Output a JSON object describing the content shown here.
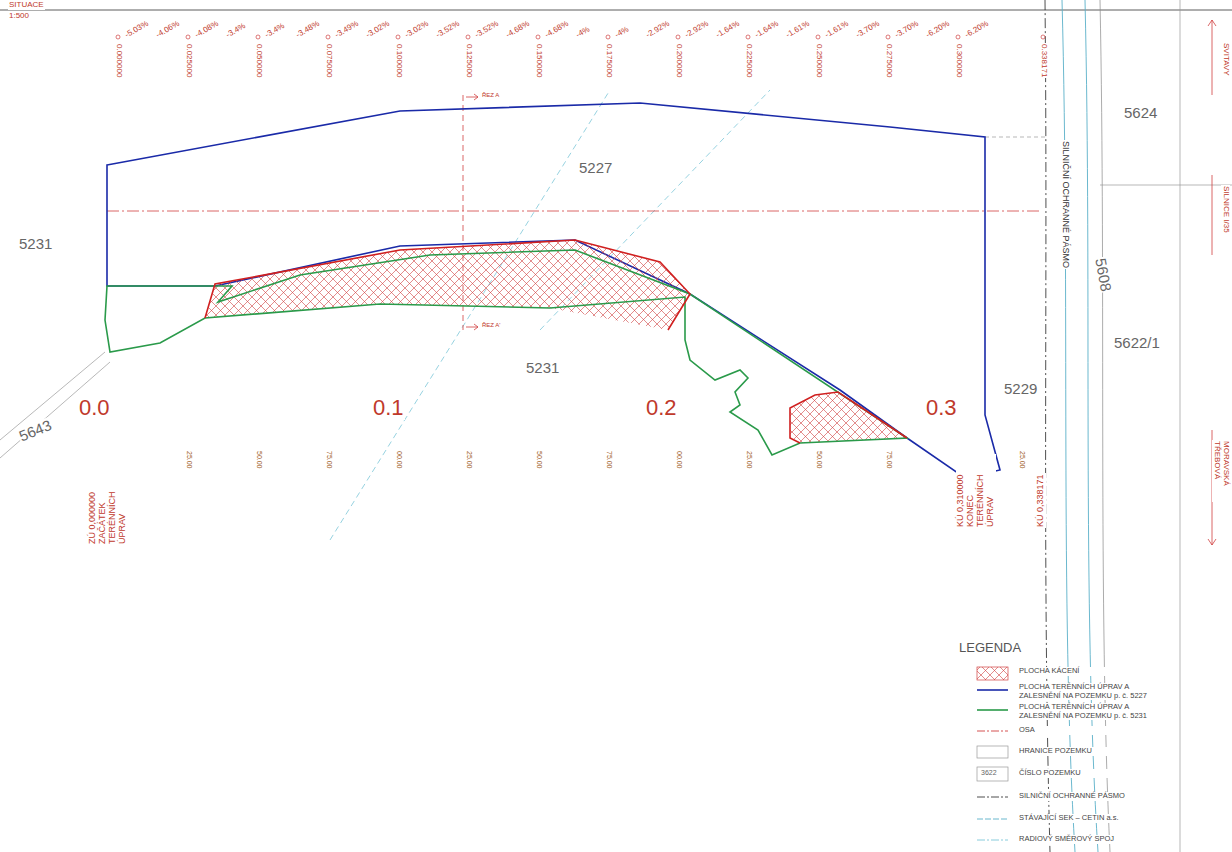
{
  "diagram": {
    "title": "SITUACE",
    "labels": [
      "1:500",
      "0.000000",
      "0.025000",
      "0.050000",
      "0.075000",
      "0.100000",
      "0.125000",
      "0.150000",
      "0.175000",
      "0.200000",
      "0.225000",
      "0.250000",
      "0.275000",
      "0.300000",
      "0.338171",
      "-5.03%",
      "-4.06%",
      "-4.08%",
      "-3.4%",
      "-3.4%",
      "-3.48%",
      "-3.49%",
      "-3.02%",
      "-3.02%",
      "-3.52%",
      "-3.52%",
      "-4.68%",
      "-4.68%",
      "-4%",
      "-4%",
      "-2.92%",
      "-2.92%",
      "-1.64%",
      "-1.64%",
      "-1.61%",
      "-1.61%",
      "-3.70%",
      "-3.70%",
      "-6.20%",
      "-6.20%",
      "25.00",
      "50.00",
      "75.00",
      "00.00",
      "25.00",
      "50.00",
      "75.00",
      "00.00",
      "25.00",
      "50.00",
      "75.00",
      "25.00",
      "0.0",
      "0.1",
      "0.2",
      "0.3",
      "5227",
      "5231",
      "5231",
      "5624",
      "5608",
      "5622/1",
      "5229",
      "5643",
      "SILNIČNÍ OCHRANNÉ PÁSMO",
      "SVITAVY",
      "SILNICE I/35",
      "MORAVSKÁ TŘEBOVÁ",
      "ŘEZ A",
      "ŘEZ A'",
      "ZÚ 0,000000 ZAČÁTEK TERÉNNÍCH ÚPRAV",
      "KÚ 0,310000 KONEC TERÉNNÍCH ÚPRAV",
      "KÚ 0,338171",
      "LEGENDA",
      "3622"
    ],
    "legend": [
      {
        "text": "PLOCHA KÁCENÍ"
      },
      {
        "text": "PLOCHA TERÉNNÍCH ÚPRAV A ZALESNĚNÍ NA POZEMKU p. č. 5227"
      },
      {
        "text": "PLOCHA TERÉNNÍCH ÚPRAV A ZALESNĚNÍ NA POZEMKU p. č. 5231"
      },
      {
        "text": "OSA"
      },
      {
        "text": "HRANICE POZEMKU"
      },
      {
        "text": "ČÍSLO POZEMKU"
      },
      {
        "text": "SILNIČNÍ OCHRANNÉ PÁSMO"
      },
      {
        "text": "STÁVAJÍCÍ SEK – CETIN a.s."
      },
      {
        "text": "RADIOVÝ SMĚROVÝ SPOJ"
      }
    ]
  }
}
